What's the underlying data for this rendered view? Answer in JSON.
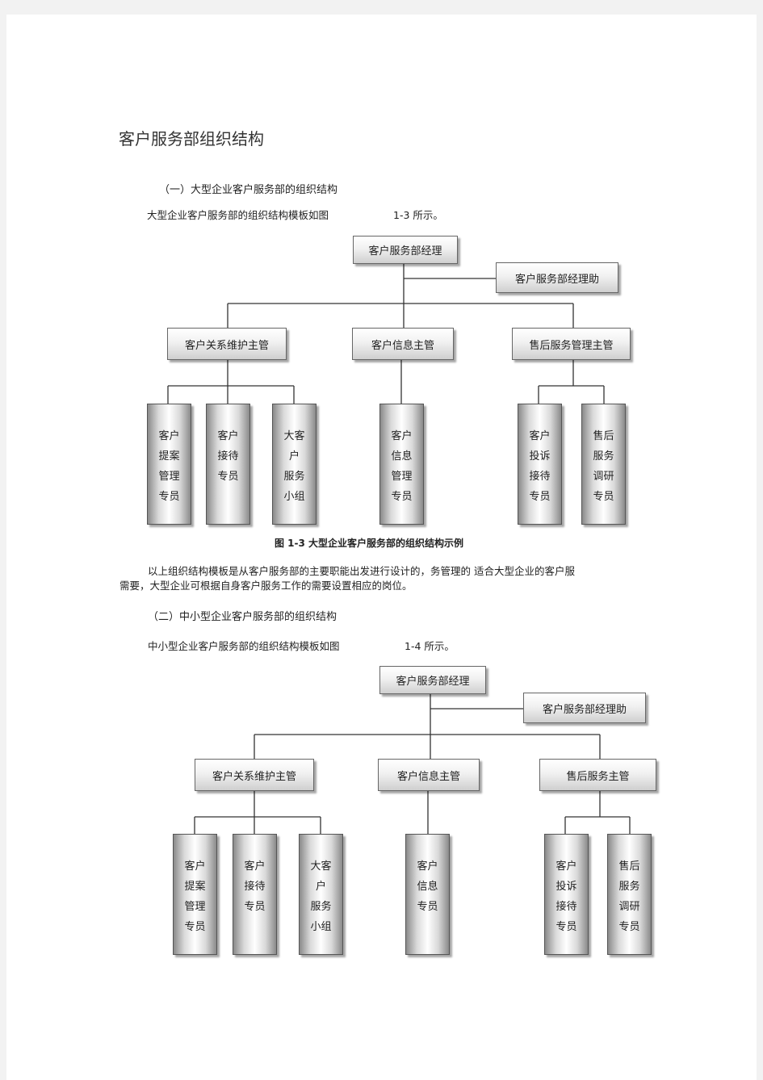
{
  "title": "客户服务部组织结构",
  "section1": {
    "heading": "（一）大型企业客户服务部的组织结构",
    "intro_a": "大型企业客户服务部的组织结构模板如图",
    "intro_b": "1-3 所示。",
    "caption": "图 1-3 大型企业客户服务部的组织结构示例",
    "desc_line1": "以上组织结构模板是从客户服务部的主要职能出发进行设计的，务管理的 适合大型企业的客户服",
    "desc_line2": "需要，大型企业可根据自身客户服务工作的需要设置相应的岗位。"
  },
  "section2": {
    "heading": "（二）中小型企业客户服务部的组织结构",
    "intro_a": "中小型企业客户服务部的组织结构模板如图",
    "intro_b": "1-4 所示。"
  },
  "org1": {
    "manager": "客户服务部经理",
    "assistant": "客户服务部经理助",
    "supervisors": [
      "客户关系维护主管",
      "客户信息主管",
      "售后服务管理主管"
    ],
    "staff": [
      [
        "客户",
        "提案",
        "管理",
        "专员"
      ],
      [
        "客户",
        "接待",
        "专员"
      ],
      [
        "大客",
        "户",
        "服务",
        "小组"
      ],
      [
        "客户",
        "信息",
        "管理",
        "专员"
      ],
      [
        "客户",
        "投诉",
        "接待",
        "专员"
      ],
      [
        "售后",
        "服务",
        "调研",
        "专员"
      ]
    ]
  },
  "org2": {
    "manager": "客户服务部经理",
    "assistant": "客户服务部经理助",
    "supervisors": [
      "客户关系维护主管",
      "客户信息主管",
      "售后服务主管"
    ],
    "staff": [
      [
        "客户",
        "提案",
        "管理",
        "专员"
      ],
      [
        "客户",
        "接待",
        "专员"
      ],
      [
        "大客",
        "户",
        "服务",
        "小组"
      ],
      [
        "客户",
        "信息",
        "专员"
      ],
      [
        "客户",
        "投诉",
        "接待",
        "专员"
      ],
      [
        "售后",
        "服务",
        "调研",
        "专员"
      ]
    ]
  }
}
